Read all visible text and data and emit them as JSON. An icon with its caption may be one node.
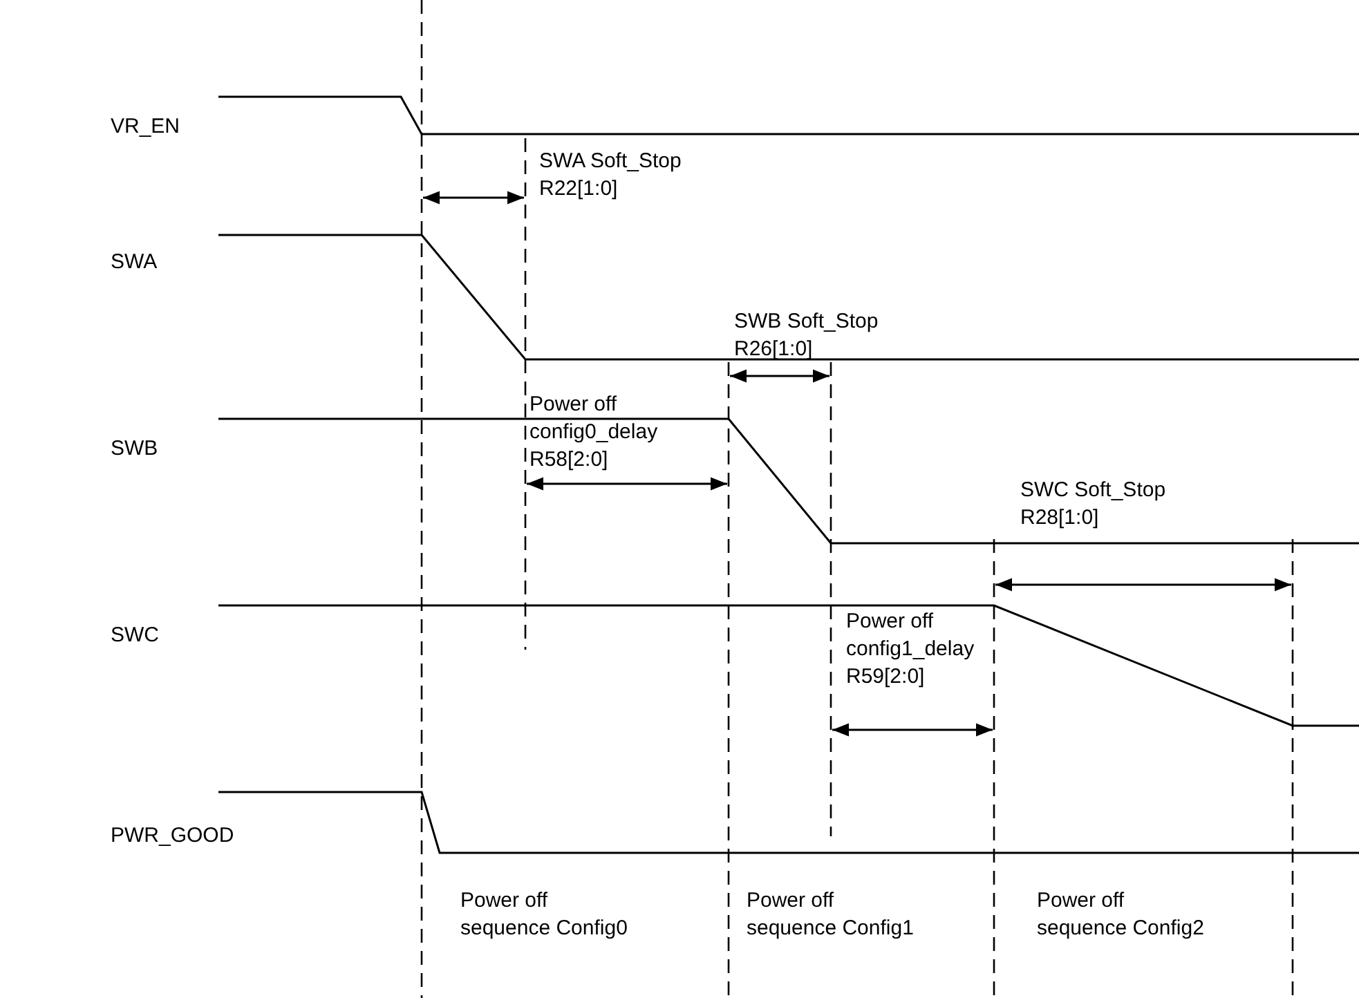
{
  "diagram": {
    "labels": [
      "VR_EN",
      "SWA Soft_Stop R22[1:0]",
      "SWA",
      "SWB Soft_Stop R26[1:0]",
      "SWB",
      "Power off config0_delay R58[2:0]",
      "SWC Soft_Stop R28[1:0]",
      "SWC",
      "Power off config1_delay R59[2:0]",
      "PWR_GOOD",
      "Power off sequence Config0",
      "Power off sequence Config1",
      "Power off sequence Config2"
    ]
  }
}
